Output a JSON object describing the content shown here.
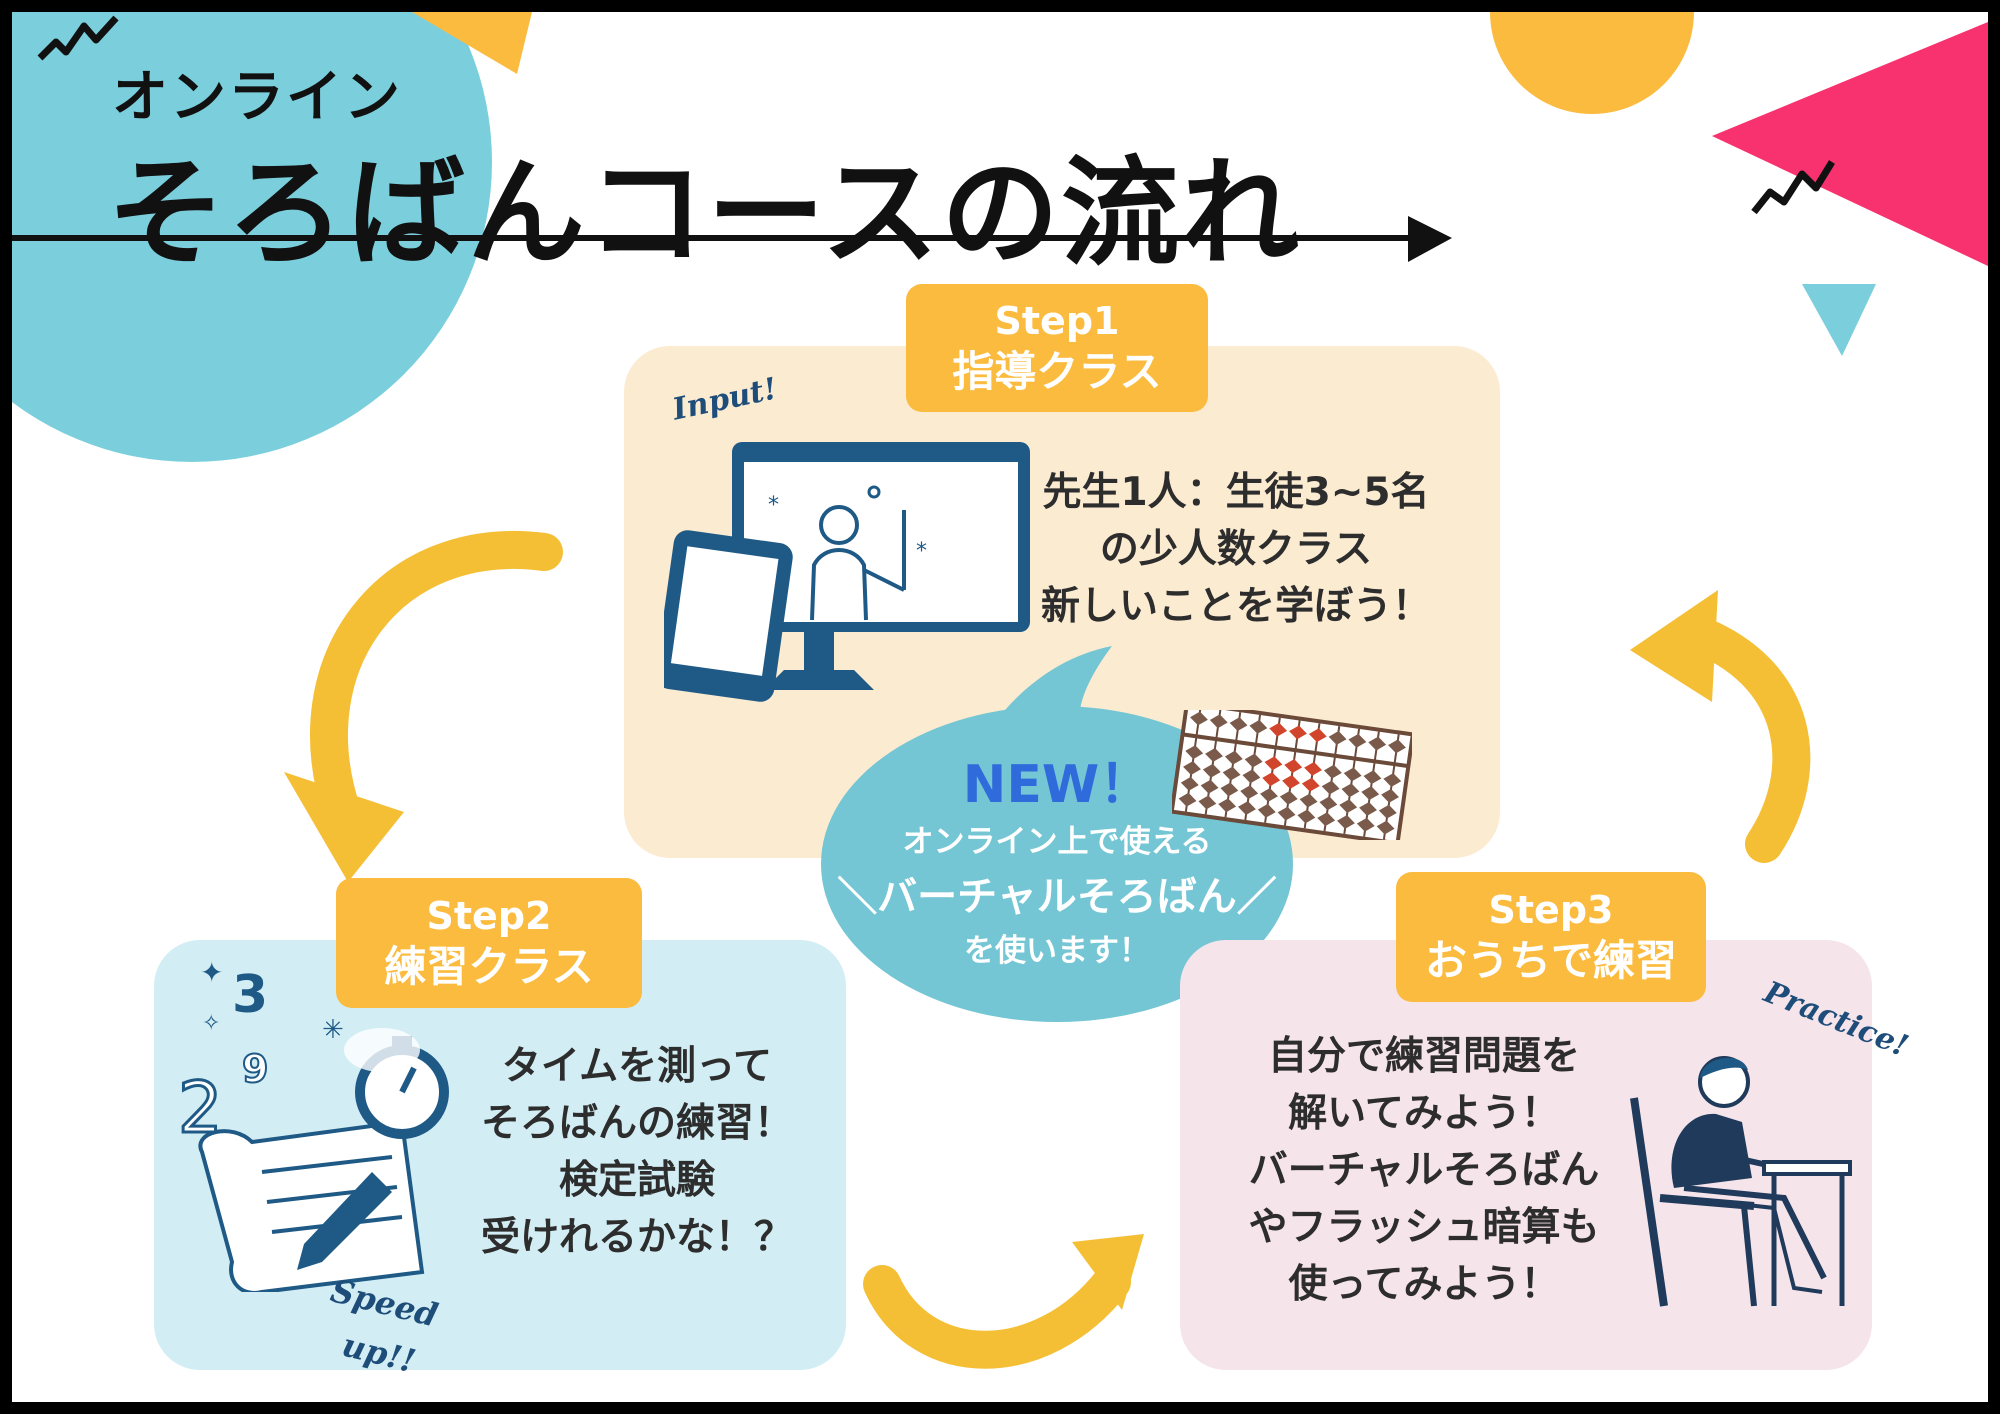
{
  "header": {
    "subtitle": "オンライン",
    "title": "そろばんコースの流れ"
  },
  "steps": [
    {
      "number": "Step1",
      "name": "指導クラス",
      "description": [
        "先生1人：生徒3~5名",
        "の少人数クラス",
        "新しいことを学ぼう！"
      ],
      "tag": "Input!"
    },
    {
      "number": "Step2",
      "name": "練習クラス",
      "description": [
        "タイムを測って",
        "そろばんの練習！",
        "検定試験",
        "受けれるかな！？"
      ],
      "tag_line1": "Speed",
      "tag_line2": "up!!"
    },
    {
      "number": "Step3",
      "name": "おうちで練習",
      "description": [
        "自分で練習問題を",
        "解いてみよう！",
        "バーチャルそろばん",
        "やフラッシュ暗算も",
        "使ってみよう！"
      ],
      "tag": "Practice!"
    }
  ],
  "bubble": {
    "new": "NEW！",
    "line1": "オンライン上で使える",
    "line2": "＼バーチャルそろばん／",
    "line3": "を使います！"
  },
  "colors": {
    "teal_circle": "#7bcfdc",
    "yellow": "#fbbb3f",
    "pink": "#f8316f",
    "panel_step1": "#fbebd1",
    "panel_step2": "#d2eef4",
    "panel_step3": "#f6e4eb",
    "bubble": "#74c6d4",
    "arrow_yellow": "#f4bf35",
    "navy": "#1f5a86"
  }
}
